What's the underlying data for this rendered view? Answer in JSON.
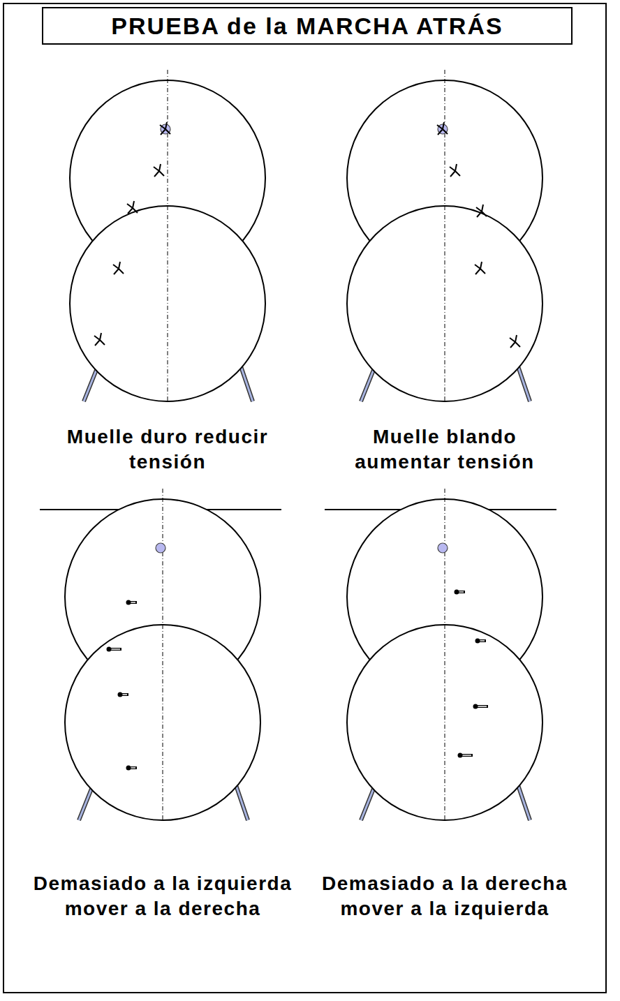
{
  "diagram": {
    "title": "PRUEBA de la MARCHA ATRÁS",
    "labels": [
      "Muelle duro reducir tensión",
      "Muelle blando aumentar tensión",
      "Demasiado a la izquierda mover a la derecha",
      "Demasiado a la derecha mover a la izquierda"
    ]
  }
}
